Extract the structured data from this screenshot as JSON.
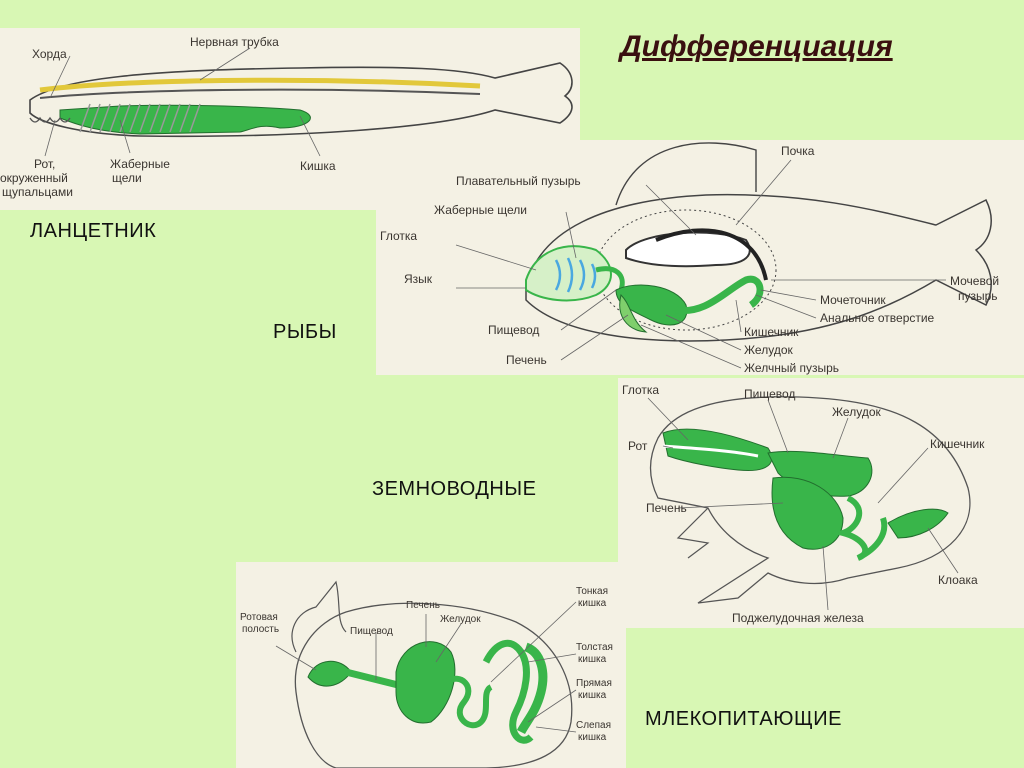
{
  "slide": {
    "title": "Дифференциация",
    "captions": {
      "lancelet": "ЛАНЦЕТНИК",
      "fish": "РЫБЫ",
      "amphibians": "ЗЕМНОВОДНЫЕ",
      "mammals": "МЛЕКОПИТАЮЩИЕ"
    }
  },
  "lancelet": {
    "labels": {
      "chord": "Хорда",
      "neural_tube": "Нервная трубка",
      "mouth_1": "Рот,",
      "mouth_2": "окруженный",
      "mouth_3": "щупальцами",
      "gills_1": "Жаберные",
      "gills_2": "щели",
      "gut": "Кишка"
    }
  },
  "fish": {
    "labels": {
      "kidney": "Почка",
      "swim_bladder": "Плавательный пузырь",
      "gill_slits": "Жаберные щели",
      "pharynx": "Глотка",
      "tongue": "Язык",
      "urinary_bladder_1": "Мочевой",
      "urinary_bladder_2": "пузырь",
      "ureter": "Мочеточник",
      "anus": "Анальное отверстие",
      "intestine": "Кишечник",
      "esophagus": "Пищевод",
      "stomach": "Желудок",
      "liver": "Печень",
      "gallbladder": "Желчный пузырь"
    }
  },
  "frog": {
    "labels": {
      "pharynx": "Глотка",
      "esophagus": "Пищевод",
      "stomach": "Желудок",
      "mouth": "Рот",
      "intestine": "Кишечник",
      "liver": "Печень",
      "cloaca": "Клоака",
      "pancreas": "Поджелудочная железа"
    }
  },
  "rabbit": {
    "labels": {
      "oral_cavity_1": "Ротовая",
      "oral_cavity_2": "полость",
      "esophagus": "Пищевод",
      "liver": "Печень",
      "stomach": "Желудок",
      "small_int_1": "Тонкая",
      "small_int_2": "кишка",
      "large_int_1": "Толстая",
      "large_int_2": "кишка",
      "rectum_1": "Прямая",
      "rectum_2": "кишка",
      "cecum_1": "Слепая",
      "cecum_2": "кишка"
    }
  },
  "colors": {
    "background": "#d8f7b4",
    "organ_green": "#39b54a",
    "title": "#3a1010"
  }
}
